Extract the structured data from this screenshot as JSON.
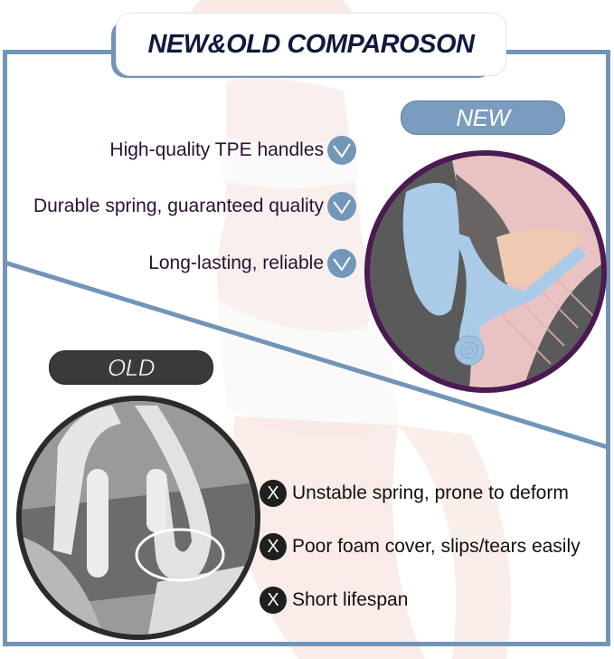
{
  "title": "NEW&OLD COMPAROSON",
  "new_section": {
    "label": "NEW",
    "features": [
      {
        "text": "High-quality TPE handles",
        "icon": "check-icon"
      },
      {
        "text": "Durable spring, guaranteed quality",
        "icon": "check-icon"
      },
      {
        "text": "Long-lasting, reliable",
        "icon": "check-icon"
      }
    ],
    "image": "new-thigh-trainer-photo"
  },
  "old_section": {
    "label": "OLD",
    "features": [
      {
        "text": "Unstable spring, prone to deform",
        "icon": "x-icon"
      },
      {
        "text": "Poor foam cover, slips/tears easily",
        "icon": "x-icon"
      },
      {
        "text": "Short lifespan",
        "icon": "x-icon"
      }
    ],
    "image": "old-thigh-trainer-photo"
  },
  "icons": {
    "check": "√",
    "x": "X"
  },
  "colors": {
    "frame": "#7295b7",
    "title_text": "#0f1a3d",
    "new_pill": "#7a9dbf",
    "old_pill": "#3a3a3a",
    "new_circle_border": "#4b1a52",
    "new_feature_text": "#2b1033",
    "check_badge": "#7397b9",
    "x_badge": "#1f1f1f"
  }
}
